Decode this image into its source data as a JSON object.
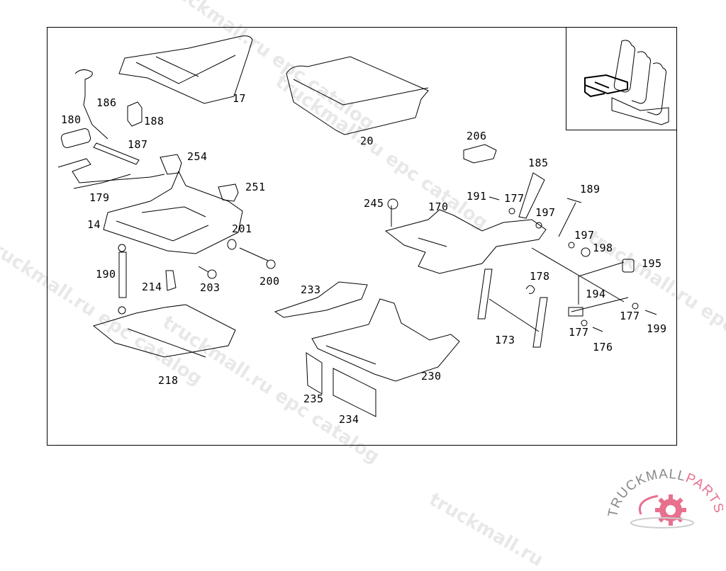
{
  "diagram": {
    "type": "exploded-parts-view",
    "subject": "Rear bench seat frame and components",
    "inset_description": "Three-seat bench with highlighted seat cushion"
  },
  "callouts": [
    {
      "id": "17",
      "part": "seat-cushion-upholstery"
    },
    {
      "id": "20",
      "part": "seat-cushion-cover"
    },
    {
      "id": "186",
      "part": "release-handle-cable"
    },
    {
      "id": "188",
      "part": "bracket-cover"
    },
    {
      "id": "180",
      "part": "handle-bezel"
    },
    {
      "id": "187",
      "part": "trim-strip"
    },
    {
      "id": "254",
      "part": "cap"
    },
    {
      "id": "179",
      "part": "release-lever-bowden-cable"
    },
    {
      "id": "251",
      "part": "cap"
    },
    {
      "id": "14",
      "part": "seat-frame"
    },
    {
      "id": "201",
      "part": "washer"
    },
    {
      "id": "190",
      "part": "gas-spring"
    },
    {
      "id": "214",
      "part": "clip"
    },
    {
      "id": "203",
      "part": "bolt"
    },
    {
      "id": "200",
      "part": "long-bolt"
    },
    {
      "id": "218",
      "part": "underbody-cover"
    },
    {
      "id": "233",
      "part": "floor-mat-insert"
    },
    {
      "id": "230",
      "part": "floor-covering"
    },
    {
      "id": "235",
      "part": "insulation-pad"
    },
    {
      "id": "234",
      "part": "insulation-pad"
    },
    {
      "id": "206",
      "part": "cover"
    },
    {
      "id": "185",
      "part": "damper"
    },
    {
      "id": "191",
      "part": "bolt"
    },
    {
      "id": "177",
      "part": "bushing"
    },
    {
      "id": "197",
      "part": "bushing"
    },
    {
      "id": "189",
      "part": "link"
    },
    {
      "id": "198",
      "part": "cap"
    },
    {
      "id": "245",
      "part": "bolt"
    },
    {
      "id": "170",
      "part": "seat-base-frame"
    },
    {
      "id": "195",
      "part": "bracket"
    },
    {
      "id": "178",
      "part": "retaining-clip"
    },
    {
      "id": "194",
      "part": "gas-spring"
    },
    {
      "id": "173",
      "part": "swing-arm-frame"
    },
    {
      "id": "199",
      "part": "bolt"
    },
    {
      "id": "176",
      "part": "bolt"
    }
  ],
  "watermarks": [
    "truckmall.ru epc catalog",
    "truckmall.ru epc catalog",
    "truckmall.ru epc catalog",
    "truckmall.ru epc catalog"
  ],
  "logo": {
    "text_main": "TRUCKMALL",
    "text_accent": "PARTS",
    "accent_color": "#e8708f",
    "main_color": "#888888"
  }
}
